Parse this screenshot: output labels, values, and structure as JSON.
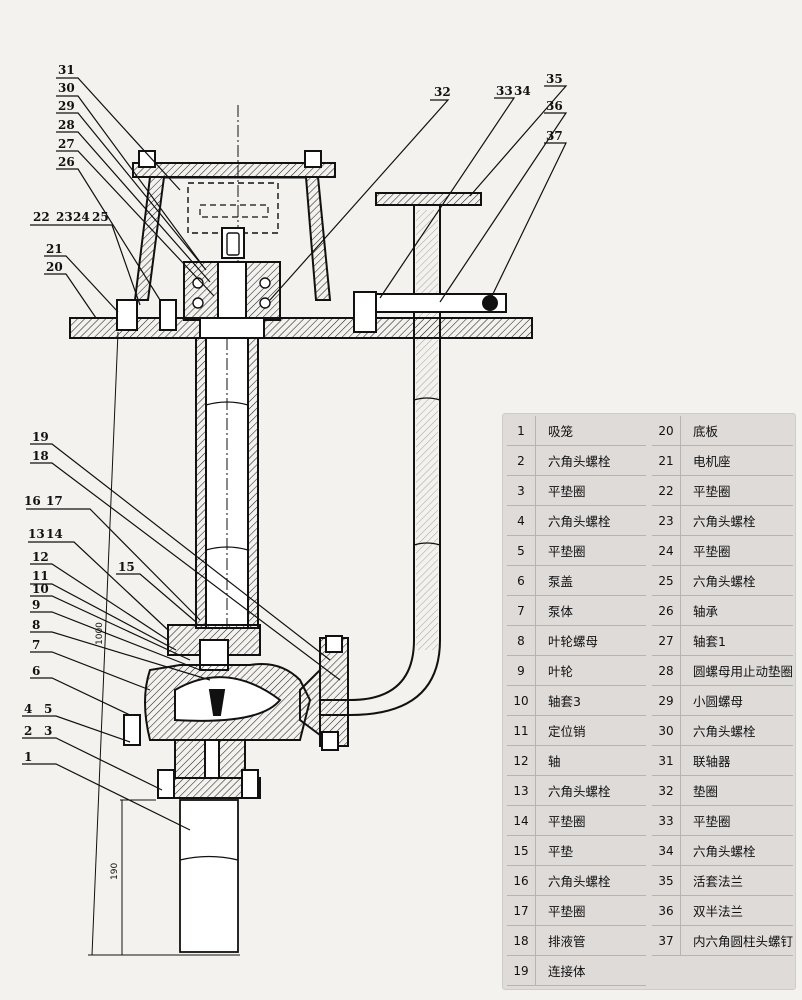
{
  "callouts": [
    "31",
    "30",
    "29",
    "28",
    "27",
    "26",
    "22",
    "23",
    "24",
    "25",
    "21",
    "20",
    "32",
    "33",
    "34",
    "35",
    "36",
    "37",
    "19",
    "18",
    "16",
    "17",
    "13",
    "14",
    "15",
    "12",
    "11",
    "10",
    "9",
    "8",
    "7",
    "6",
    "4",
    "5",
    "2",
    "3",
    "1"
  ],
  "dimensions": {
    "overall": "1000",
    "submerged": "190"
  },
  "parts_left": [
    {
      "no": "1",
      "name": "吸笼"
    },
    {
      "no": "2",
      "name": "六角头螺栓"
    },
    {
      "no": "3",
      "name": "平垫圈"
    },
    {
      "no": "4",
      "name": "六角头螺栓"
    },
    {
      "no": "5",
      "name": "平垫圈"
    },
    {
      "no": "6",
      "name": "泵盖"
    },
    {
      "no": "7",
      "name": "泵体"
    },
    {
      "no": "8",
      "name": "叶轮螺母"
    },
    {
      "no": "9",
      "name": "叶轮"
    },
    {
      "no": "10",
      "name": "轴套3"
    },
    {
      "no": "11",
      "name": "定位销"
    },
    {
      "no": "12",
      "name": "轴"
    },
    {
      "no": "13",
      "name": "六角头螺栓"
    },
    {
      "no": "14",
      "name": "平垫圈"
    },
    {
      "no": "15",
      "name": "平垫"
    },
    {
      "no": "16",
      "name": "六角头螺栓"
    },
    {
      "no": "17",
      "name": "平垫圈"
    },
    {
      "no": "18",
      "name": "排液管"
    },
    {
      "no": "19",
      "name": "连接体"
    }
  ],
  "parts_right": [
    {
      "no": "20",
      "name": "底板"
    },
    {
      "no": "21",
      "name": "电机座"
    },
    {
      "no": "22",
      "name": "平垫圈"
    },
    {
      "no": "23",
      "name": "六角头螺栓"
    },
    {
      "no": "24",
      "name": "平垫圈"
    },
    {
      "no": "25",
      "name": "六角头螺栓"
    },
    {
      "no": "26",
      "name": "轴承"
    },
    {
      "no": "27",
      "name": "轴套1"
    },
    {
      "no": "28",
      "name": "圆螺母用止动垫圈"
    },
    {
      "no": "29",
      "name": "小圆螺母"
    },
    {
      "no": "30",
      "name": "六角头螺栓"
    },
    {
      "no": "31",
      "name": "联轴器"
    },
    {
      "no": "32",
      "name": "垫圈"
    },
    {
      "no": "33",
      "name": "平垫圈"
    },
    {
      "no": "34",
      "name": "六角头螺栓"
    },
    {
      "no": "35",
      "name": "活套法兰"
    },
    {
      "no": "36",
      "name": "双半法兰"
    },
    {
      "no": "37",
      "name": "内六角圆柱头螺钉"
    }
  ]
}
